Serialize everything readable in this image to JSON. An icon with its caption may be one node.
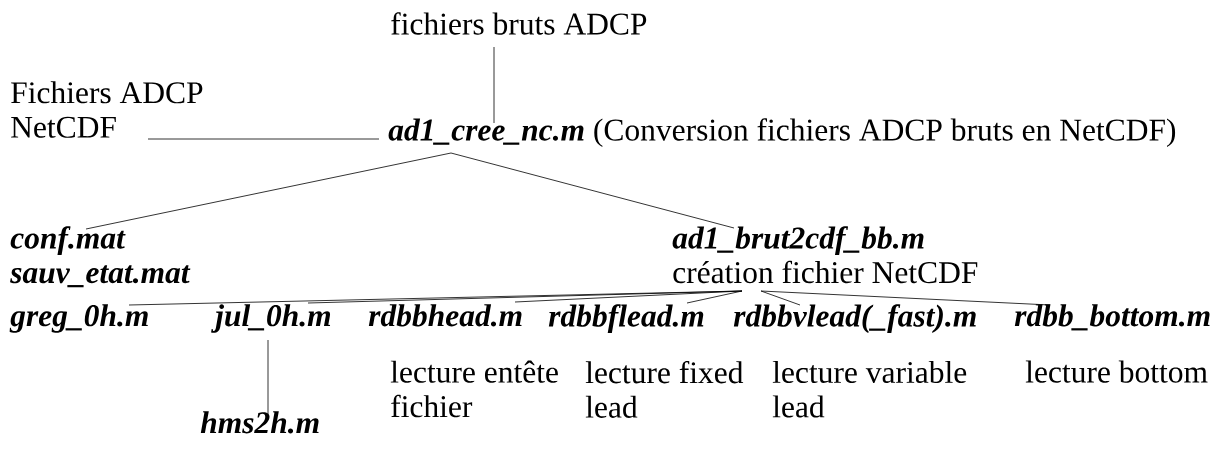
{
  "diagram": {
    "nodes": [
      {
        "text": [
          "fichiers bruts ADCP"
        ]
      },
      {
        "text": [
          "Fichiers ADCP NetCDF"
        ]
      },
      {
        "text": [
          "ad1_cree_nc.m",
          "(Conversion fichiers ADCP bruts en NetCDF)"
        ]
      },
      {
        "text": [
          "conf.mat",
          "sauv_etat.mat"
        ]
      },
      {
        "text": [
          "ad1_brut2cdf_bb.m",
          "création fichier NetCDF"
        ]
      },
      {
        "text": [
          "greg_0h.m"
        ]
      },
      {
        "text": [
          "jul_0h.m"
        ]
      },
      {
        "text": [
          "rdbbhead.m",
          "lecture entête fichier"
        ]
      },
      {
        "text": [
          "rdbbflead.m",
          "lecture fixed lead"
        ]
      },
      {
        "text": [
          "rdbbvlead(_fast).m",
          "lecture variable lead"
        ]
      },
      {
        "text": [
          "rdbb_bottom.m",
          "lecture bottom"
        ]
      },
      {
        "text": [
          "hms2h.m"
        ]
      }
    ],
    "edges": [
      {
        "from": 0,
        "to": 2,
        "arrow": "none"
      },
      {
        "from": 1,
        "to": 2,
        "arrow": "none"
      },
      {
        "from": 2,
        "to": 3,
        "arrow": "none"
      },
      {
        "from": 2,
        "to": 4,
        "arrow": "none"
      },
      {
        "from": 4,
        "to": 5,
        "arrow": "none"
      },
      {
        "from": 4,
        "to": 6,
        "arrow": "none"
      },
      {
        "from": 4,
        "to": 7,
        "arrow": "none"
      },
      {
        "from": 4,
        "to": 8,
        "arrow": "none"
      },
      {
        "from": 4,
        "to": 9,
        "arrow": "none"
      },
      {
        "from": 4,
        "to": 10,
        "arrow": "none"
      },
      {
        "from": 6,
        "to": 11,
        "arrow": "none"
      }
    ]
  }
}
